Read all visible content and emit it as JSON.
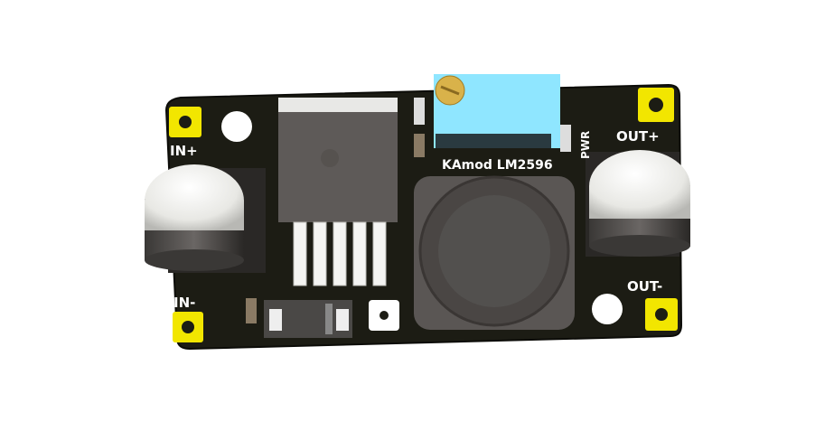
{
  "board": {
    "title": "KAmod LM2596",
    "labels": {
      "in_plus": "IN+",
      "in_minus": "IN-",
      "out_plus": "OUT+",
      "out_minus": "OUT-",
      "pwr": "PWR"
    }
  },
  "colors": {
    "pcb": "#1c1c14",
    "pad": "#f2e600",
    "pot": "#8fe6ff",
    "knob": "#d9b24a",
    "component": "#5e5a58",
    "silkscreen": "#ffffff"
  }
}
